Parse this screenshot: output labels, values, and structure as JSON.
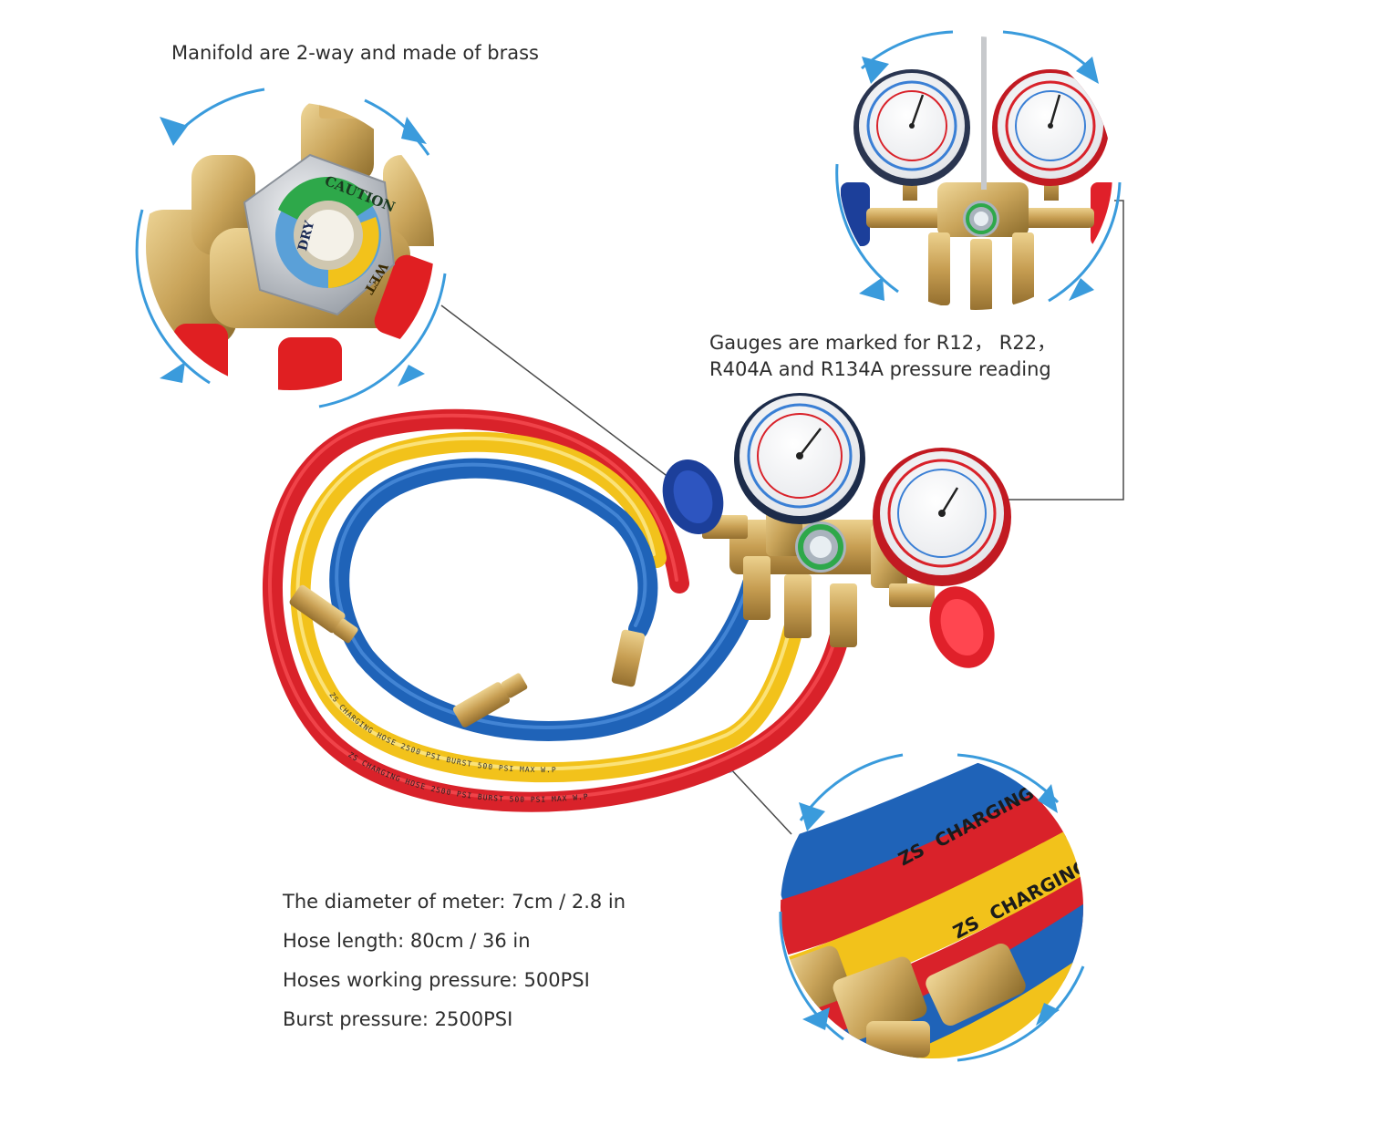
{
  "captions": {
    "manifold": "Manifold are 2-way and made of brass",
    "gauges_line1": "Gauges are marked for R12，  R22，",
    "gauges_line2": "R404A and R134A pressure reading"
  },
  "specs": [
    "The diameter of meter: 7cm / 2.8 in",
    "Hose length: 80cm / 36 in",
    "Hoses working pressure: 500PSI",
    "Burst pressure: 2500PSI"
  ],
  "sight_glass_labels": {
    "top": "CAUTION",
    "left": "DRY",
    "right": "WET"
  },
  "hose_print": {
    "brand": "ZS",
    "word": "CHARGING",
    "yellow_text": "ZS CHARGING HOSE 2500 PSI BURST 500 PSI MAX W.P",
    "red_text": "ZS CHARGING HOSE 2500 PSI BURST 500 PSI MAX W.P"
  },
  "colors": {
    "accent_ring": "#3a9bdc",
    "hose_red": "#d9222a",
    "hose_yellow": "#f2c21b",
    "hose_blue": "#1f63b8",
    "brass": "#c9a45a",
    "knob_blue": "#1c3f9a",
    "knob_red": "#e0202a"
  }
}
